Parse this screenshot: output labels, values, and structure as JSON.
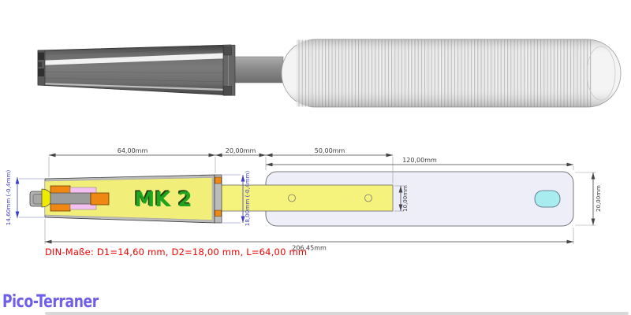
{
  "drawing": {
    "part_label": "MK 2",
    "dims": {
      "taper_length": "64,00mm",
      "neck_length": "20,00mm",
      "slot_length": "50,00mm",
      "handle_length": "120,00mm",
      "total_length": "206,45mm",
      "d1": "14,60mm (-0,4mm)",
      "d2": "18,00mm (-0,4mm)",
      "rod_height": "10,00mm",
      "handle_height": "20,00mm"
    }
  },
  "note": {
    "din_text": "DIN-Maße: D1=14,60 mm, D2=18,00 mm, L=64,00 mm"
  },
  "footer": {
    "brand": "Pico-Terraner"
  },
  "colors": {
    "dim_blue": "#3d3dc8",
    "note_red": "#f20000",
    "brand_purple": "#6e5ee8",
    "taper_yellow": "#f2ee7a",
    "bright_yellow": "#eeea00",
    "mk_green": "#1ea41e",
    "slot_cyan": "#a8ecf0",
    "orange": "#ef8812",
    "pink": "#f4c0f2",
    "handle_lavender": "#edeef8",
    "steel_grey_3d": "#6a6a6a"
  }
}
